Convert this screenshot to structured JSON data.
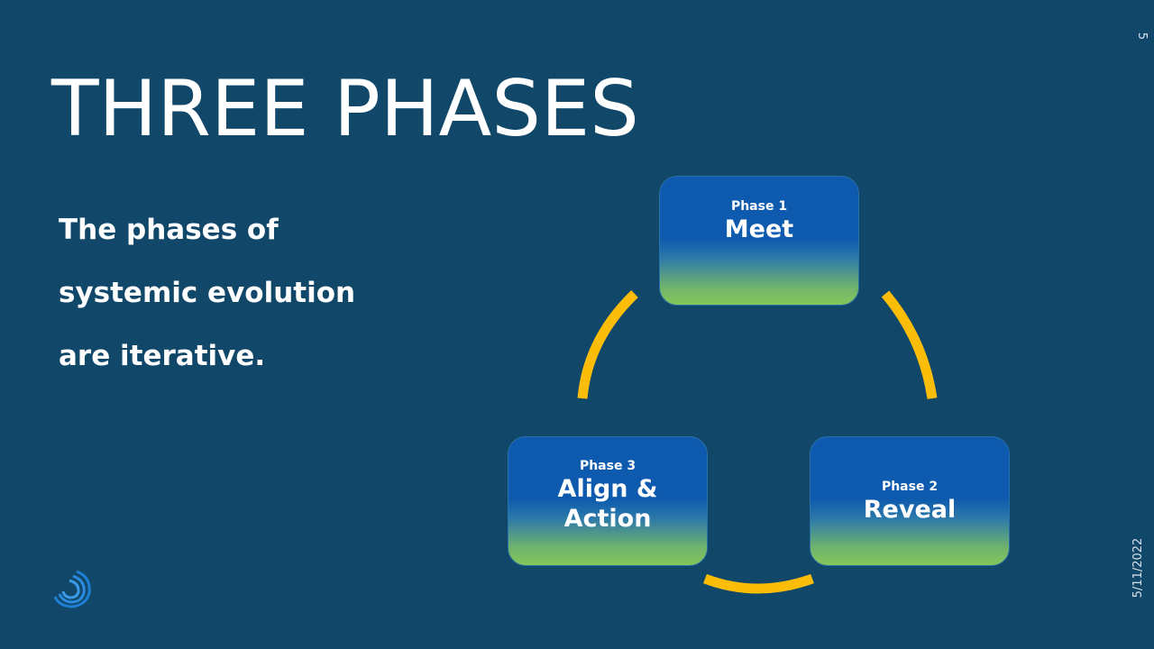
{
  "slide": {
    "title": "THREE PHASES",
    "body_lines": [
      "The phases of",
      "systemic evolution",
      "are iterative."
    ],
    "page_number": "5",
    "date": "5/11/2022"
  },
  "diagram": {
    "phases": [
      {
        "label": "Phase 1",
        "name": "Meet"
      },
      {
        "label": "Phase 2",
        "name": "Reveal"
      },
      {
        "label": "Phase 3",
        "name": "Align &\nAction"
      }
    ]
  },
  "colors": {
    "background": "#114769",
    "box_top": "#0d5aae",
    "box_bottom": "#84c65a",
    "arc": "#fbbd08",
    "text": "#ffffff"
  },
  "icons": {
    "logo": "swirl-logo-icon"
  }
}
